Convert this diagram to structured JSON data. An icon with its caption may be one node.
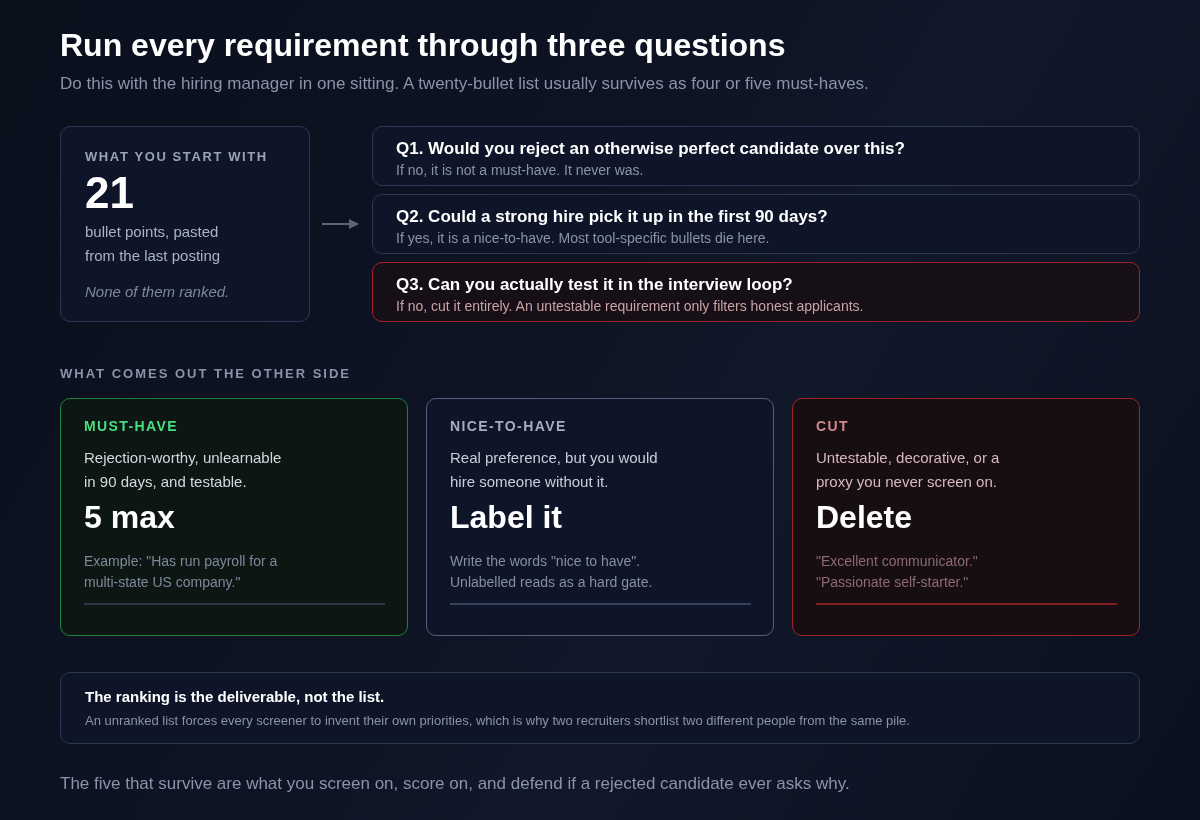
{
  "diagram": {
    "title": "Run every requirement through three questions",
    "nodes": [
      {
        "text": [
          "WHAT YOU START WITH",
          "21",
          "bullet points, pasted from the last posting",
          "None of them ranked."
        ]
      },
      {
        "text": [
          "Q1. Would you reject an otherwise perfect candidate over this?",
          "If no, it is not a must-have. It never was."
        ]
      },
      {
        "text": [
          "Q2. Could a strong hire pick it up in the first 90 days?",
          "If yes, it is a nice-to-have. Most tool-specific bullets die here."
        ]
      },
      {
        "text": [
          "Q3. Can you actually test it in the interview loop?",
          "If no, cut it entirely. An untestable requirement only filters honest applicants."
        ]
      },
      {
        "text": [
          "MUST-HAVE",
          "Rejection-worthy, unlearnable in 90 days, and testable.",
          "5 max",
          "Example: \"Has run payroll for a multi-state US company.\""
        ]
      },
      {
        "text": [
          "NICE-TO-HAVE",
          "Real preference, but you would hire someone without it.",
          "Label it",
          "Write the words \"nice to have\". Unlabelled reads as a hard gate."
        ]
      },
      {
        "text": [
          "CUT",
          "Untestable, decorative, or a proxy you never screen on.",
          "Delete",
          "\"Excellent communicator.\" \"Passionate self-starter.\""
        ]
      },
      {
        "text": [
          "The ranking is the deliverable, not the list.",
          "An unranked list forces every screener to invent their own priorities, which is why two recruiters shortlist two different people from the same pile."
        ]
      }
    ],
    "edges": [
      {
        "from": 0,
        "to": 2,
        "arrow": "to"
      }
    ],
    "labels": [
      "Do this with the hiring manager in one sitting. A twenty-bullet list usually survives as four or five must-haves.",
      "WHAT COMES OUT THE OTHER SIDE"
    ],
    "caption": "The five that survive are what you screen on, score on, and defend if a rejected candidate ever asks why."
  }
}
